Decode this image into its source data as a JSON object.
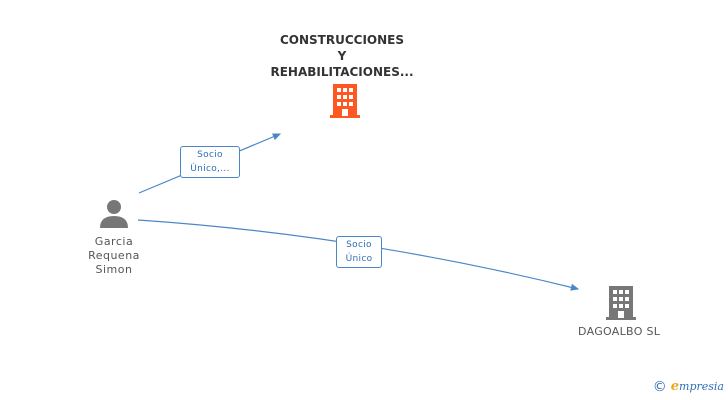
{
  "nodes": {
    "company_top": {
      "name_lines": [
        "CONSTRUCCIONES",
        "Y",
        "REHABILITACIONES..."
      ],
      "icon": "building-icon",
      "color": "#ff5722"
    },
    "person": {
      "name_lines": [
        "Garcia",
        "Requena",
        "Simon"
      ],
      "icon": "person-icon",
      "color": "#777777"
    },
    "company_bottom": {
      "name": "DAGOALBO SL",
      "icon": "building-icon",
      "color": "#777777"
    }
  },
  "edges": [
    {
      "from": "person",
      "to": "company_top",
      "label_lines": [
        "Socio",
        "Único,..."
      ]
    },
    {
      "from": "person",
      "to": "company_bottom",
      "label_lines": [
        "Socio",
        "Único"
      ]
    }
  ],
  "colors": {
    "edge": "#4a86c8",
    "label_text": "#2f6fb5"
  },
  "footer": {
    "copyright_symbol": "©",
    "brand_initial": "e",
    "brand_rest": "mpresia"
  }
}
